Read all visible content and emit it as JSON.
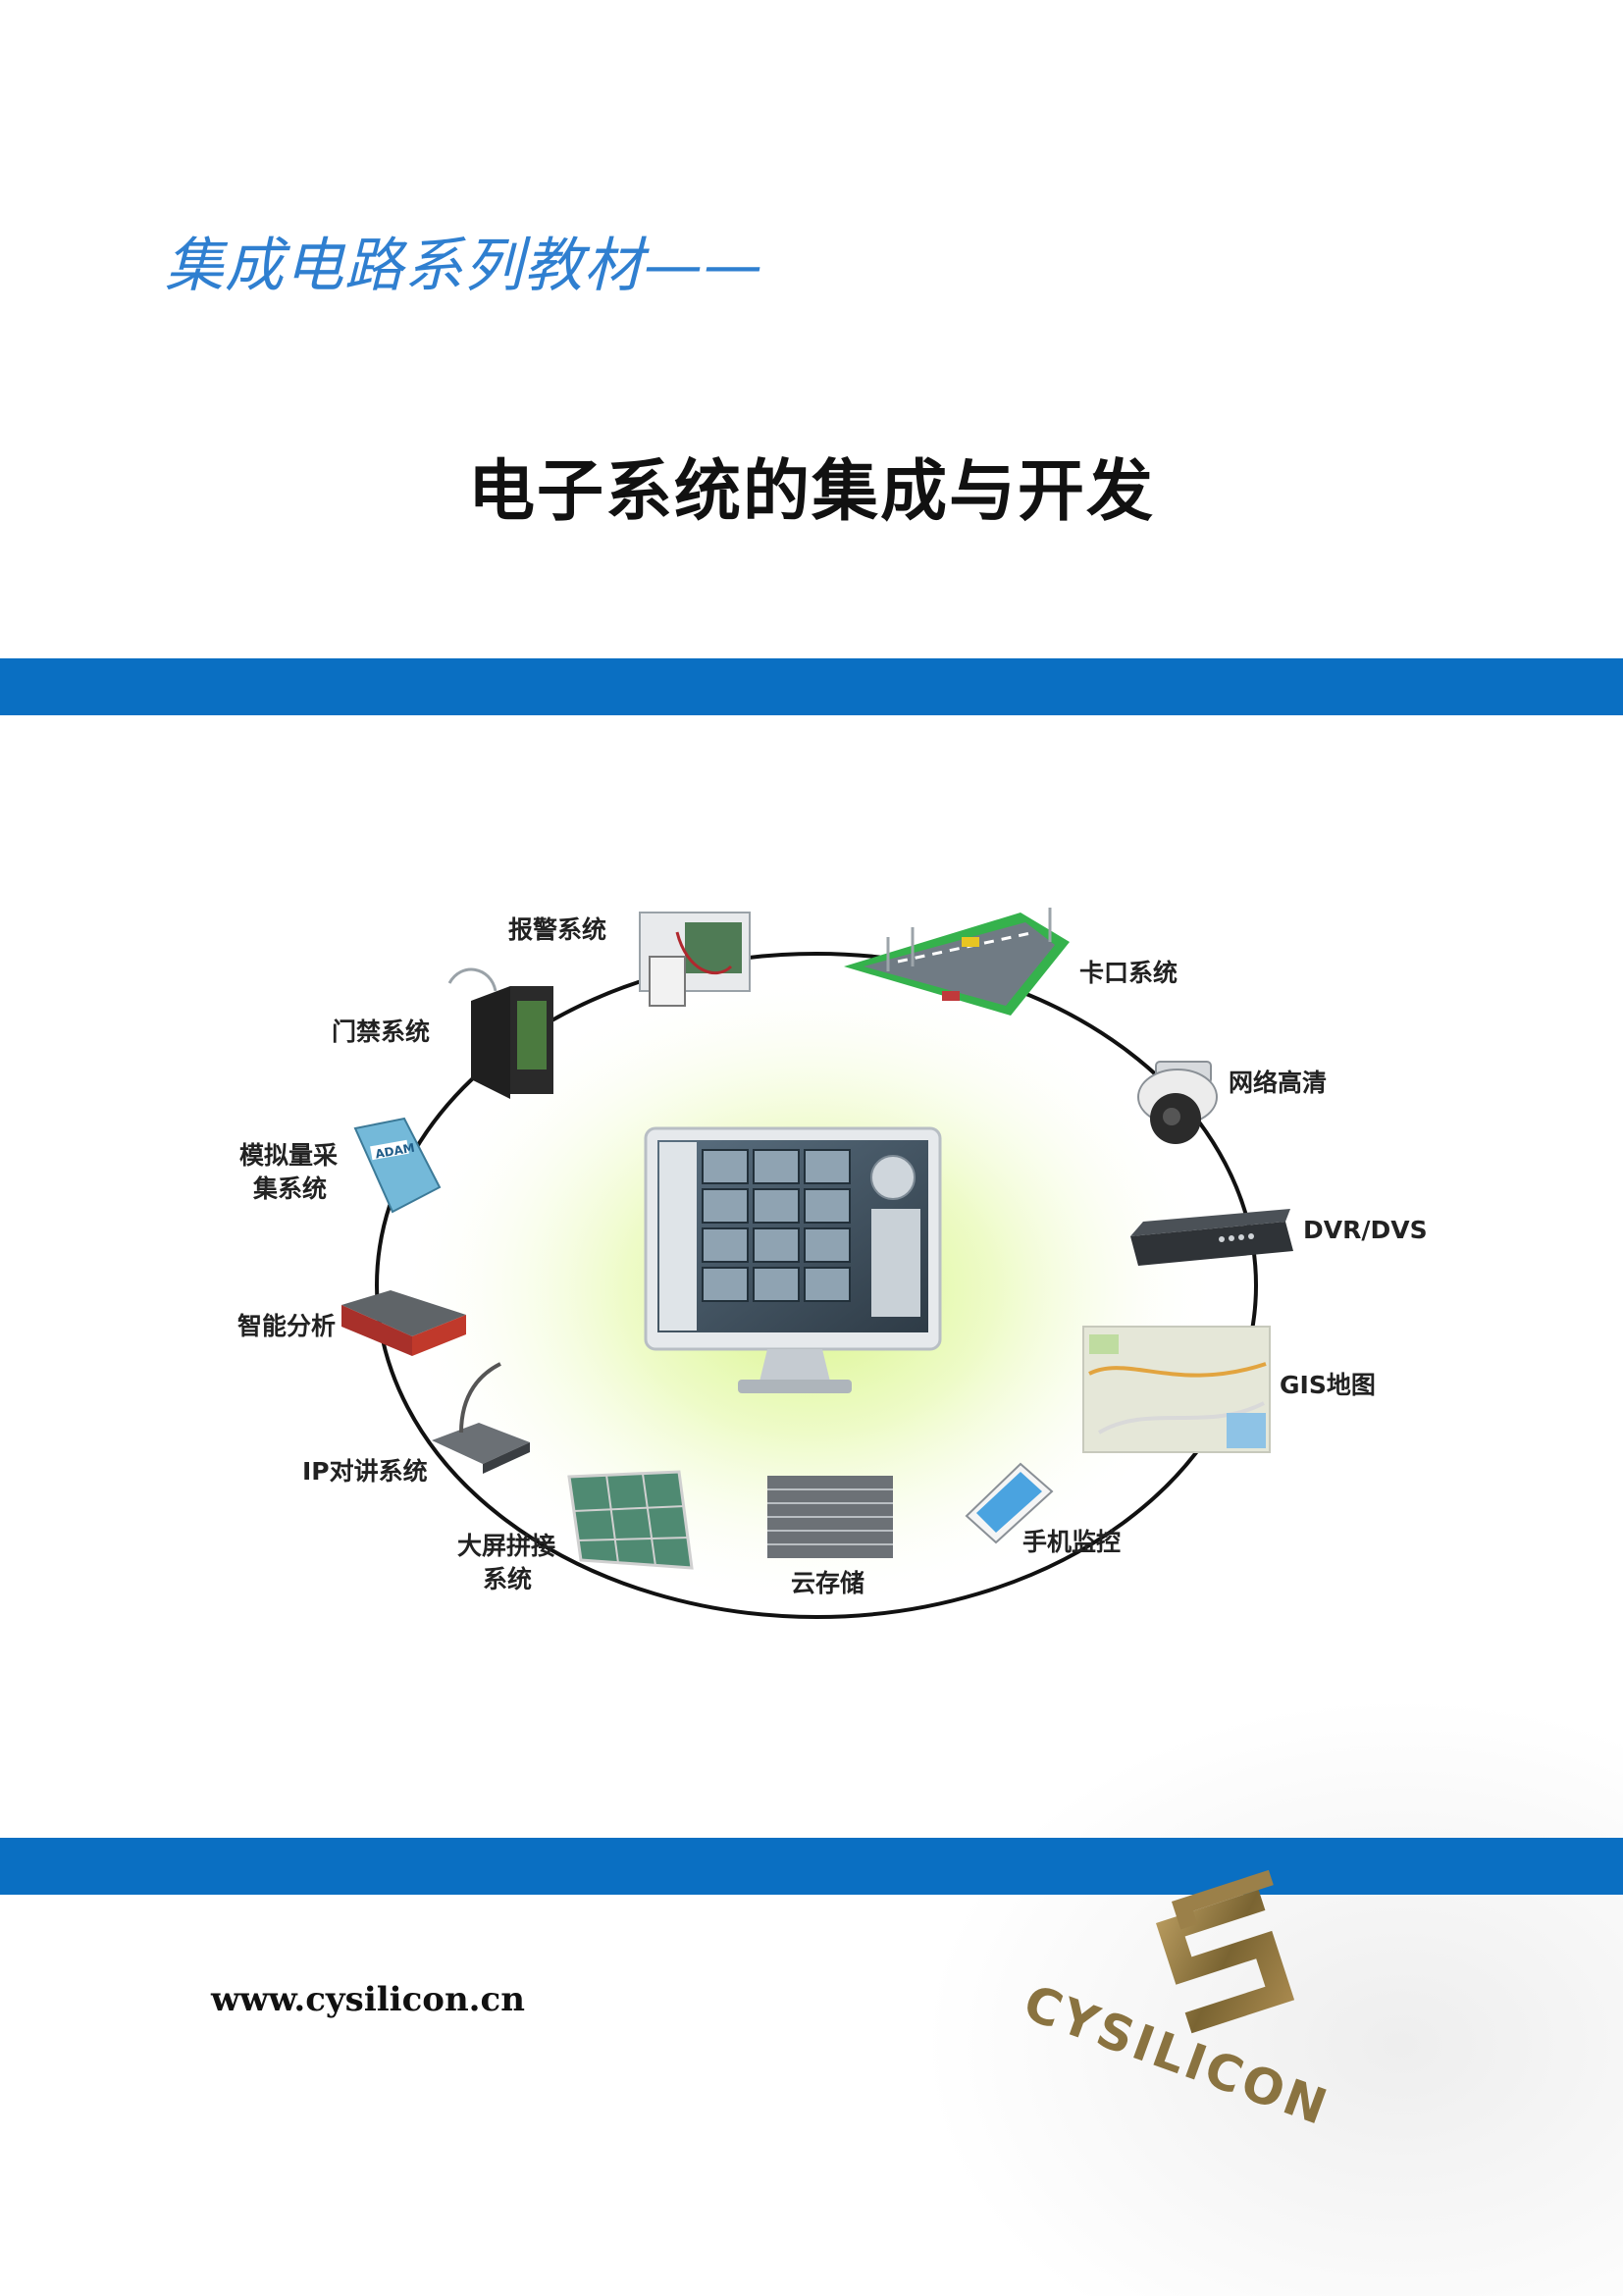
{
  "series_title": "集成电路系列教材——",
  "main_title": "电子系统的集成与开发",
  "diagram": {
    "labels": {
      "alarm": "报警系统",
      "checkpoint": "卡口系统",
      "access": "门禁系统",
      "hd_camera": "网络高清",
      "analog_1": "模拟量采",
      "analog_2": "集系统",
      "dvr": "DVR/DVS",
      "smart": "智能分析",
      "gis": "GIS地图",
      "intercom": "IP对讲系统",
      "screen_1": "大屏拼接",
      "screen_2": "系统",
      "cloud": "云存储",
      "mobile": "手机监控"
    },
    "device_badge": "ADAM"
  },
  "footer": {
    "url": "www.cysilicon.cn",
    "logo_text": "CYSILICON"
  },
  "colors": {
    "title_blue": "#2f7fd0",
    "band_blue": "#0a6fc2",
    "logo_gold": "#8a7340"
  }
}
